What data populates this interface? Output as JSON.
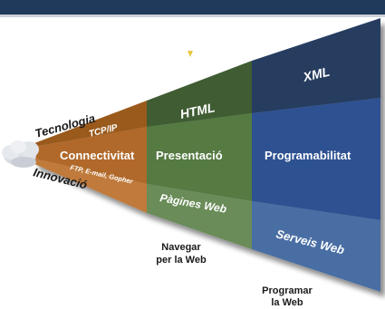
{
  "labels": {
    "tecnologia": "Tecnologia",
    "innovacio": "Innovació",
    "top_row": {
      "col1": "TCP/IP",
      "col2": "HTML",
      "col3": "XML"
    },
    "mid_row": {
      "col1": "Connectivitat",
      "col2": "Presentació",
      "col3": "Programabilitat"
    },
    "bottom_row": {
      "col1": "FTP, E-mail, Gopher",
      "col2": "Pàgines Web",
      "col3": "Serveis Web"
    },
    "caption_navegar_l1": "Navegar",
    "caption_navegar_l2": "per la Web",
    "caption_programar_l1": "Programar",
    "caption_programar_l2": "la Web"
  },
  "colors": {
    "header_bar": "#1f3a5a",
    "col1_top": "#9a5a1c",
    "col1_mid": "#b0692a",
    "col1_bot": "#c07a3a",
    "col2_top": "#3f5c33",
    "col2_mid": "#557a43",
    "col2_bot": "#6a8c58",
    "col3_top": "#283e60",
    "col3_mid": "#2f5191",
    "col3_bot": "#4a6ea3",
    "cloud": "#d9dde3",
    "spark": "#e8c640"
  },
  "icons": {
    "origin": "cloud-icon",
    "spark": "spark-icon"
  }
}
